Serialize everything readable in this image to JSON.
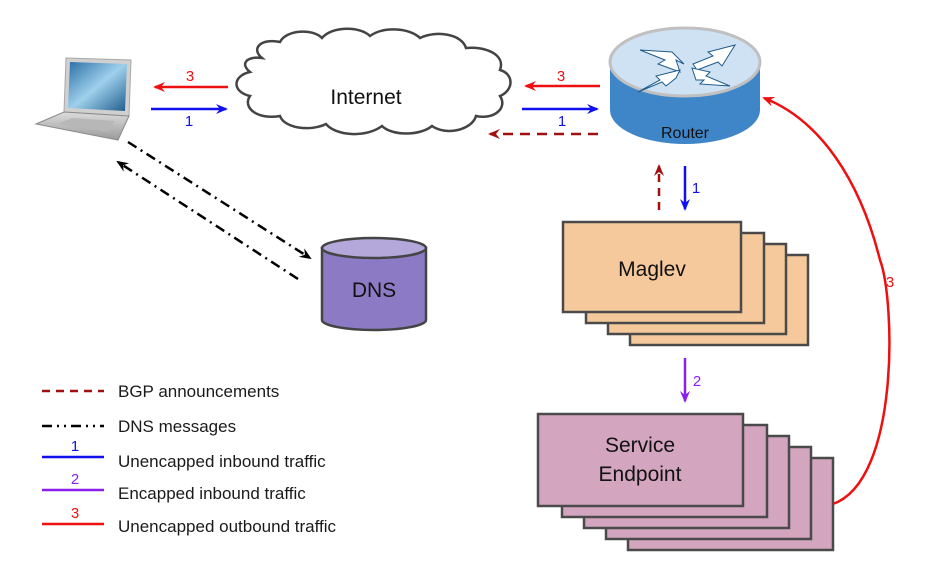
{
  "nodes": {
    "client": {
      "label": "",
      "icon": "laptop-icon"
    },
    "internet": {
      "label": "Internet",
      "icon": "cloud-icon"
    },
    "router": {
      "label": "Router",
      "icon": "router-icon"
    },
    "dns": {
      "label": "DNS",
      "icon": "database-icon"
    },
    "maglev": {
      "label": "Maglev",
      "stack_count": 4
    },
    "service_endpoint": {
      "label_line1": "Service",
      "label_line2": "Endpoint",
      "stack_count": 5
    }
  },
  "edges": {
    "internet_to_client": "3",
    "client_to_internet": "1",
    "router_to_internet": "3",
    "internet_to_router": "1",
    "router_to_maglev": "1",
    "maglev_to_endpoint": "2",
    "endpoint_to_router": "3"
  },
  "legend": {
    "items": [
      {
        "style": "dashed",
        "color": "#a01010",
        "number": "",
        "label": "BGP announcements"
      },
      {
        "style": "dash-dot",
        "color": "#000000",
        "number": "",
        "label": "DNS messages"
      },
      {
        "style": "solid",
        "color": "#1010ee",
        "number": "1",
        "label": "Unencapped inbound traffic"
      },
      {
        "style": "solid",
        "color": "#8a20ee",
        "number": "2",
        "label": "Encapped inbound traffic"
      },
      {
        "style": "solid",
        "color": "#ee1010",
        "number": "3",
        "label": "Unencapped outbound traffic"
      }
    ]
  },
  "colors": {
    "inbound": "#1010ee",
    "encapped": "#8a20ee",
    "outbound": "#ee1010",
    "bgp": "#a01010",
    "dns_msg": "#000000",
    "maglev_fill": "#f6c99c",
    "endpoint_fill": "#d4a5bf",
    "dns_fill": "#8c7bc4",
    "router_body": "#3f86c8",
    "router_top": "#cfe2f3"
  }
}
